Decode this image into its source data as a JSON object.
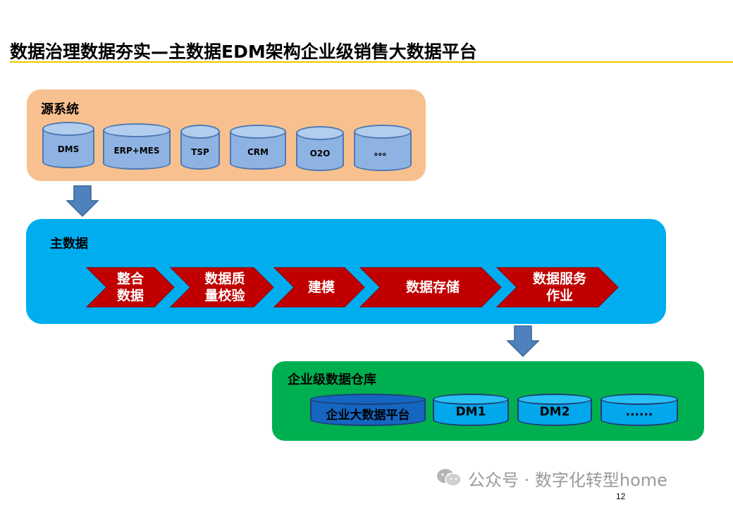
{
  "title": "数据治理数据夯实—主数据EDM架构企业级销售大数据平台",
  "source": {
    "label": "源系统",
    "systems": [
      "DMS",
      "ERP+MES",
      "TSP",
      "CRM",
      "O2O",
      "。。。"
    ]
  },
  "master": {
    "label": "主数据",
    "steps": [
      {
        "line1": "整合",
        "line2": "数据"
      },
      {
        "line1": "数据质",
        "line2": "量校验"
      },
      {
        "line1": "建模",
        "line2": ""
      },
      {
        "line1": "数据存储",
        "line2": ""
      },
      {
        "line1": "数据服务",
        "line2": "作业"
      }
    ]
  },
  "warehouse": {
    "label": "企业级数据仓库",
    "items": [
      "企业大数据平台",
      "DM1",
      "DM2",
      "......"
    ]
  },
  "watermark": "公众号 · 数字化转型home",
  "page_number": "12",
  "colors": {
    "title_rule": "#f3c300",
    "source_panel": "#f8c08f",
    "master_panel": "#00aef0",
    "warehouse_panel": "#00b050",
    "chevron": "#c00000",
    "arrow": "#4f81bd"
  }
}
